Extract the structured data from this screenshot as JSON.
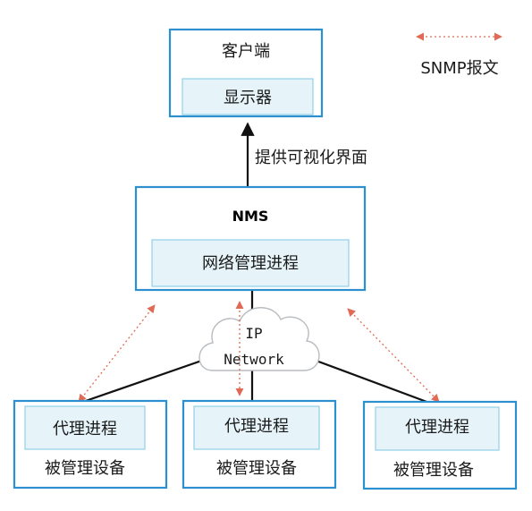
{
  "client": {
    "title": "客户端",
    "display": "显示器"
  },
  "arrow_label": "提供可视化界面",
  "nms": {
    "title": "NMS",
    "process": "网络管理进程"
  },
  "network": {
    "line1": "IP",
    "line2": "Network"
  },
  "legend": {
    "label": "SNMP报文"
  },
  "devices": [
    {
      "process": "代理进程",
      "label": "被管理设备"
    },
    {
      "process": "代理进程",
      "label": "被管理设备"
    },
    {
      "process": "代理进程",
      "label": "被管理设备"
    }
  ],
  "colors": {
    "box_border": "#2b8fd0",
    "inner_fill": "#e6f4fa",
    "snmp_arrow": "#e06a55",
    "link": "#111111"
  }
}
